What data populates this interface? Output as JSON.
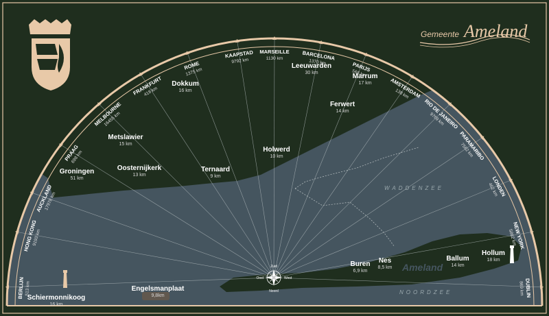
{
  "brand": {
    "prefix": "Gemeente",
    "name": "Ameland"
  },
  "colors": {
    "land": "#1f2e1e",
    "water": "#45555f",
    "frame": "#e8c9a8",
    "ray": "#b8c0c2",
    "text": "#ffffff"
  },
  "rim_destinations": [
    {
      "name": "BERLIJN",
      "distance": "513 km"
    },
    {
      "name": "HONG KONG",
      "distance": "9193 km"
    },
    {
      "name": "AUCKLAND",
      "distance": "17978 km"
    },
    {
      "name": "PRAAG",
      "distance": "698 km"
    },
    {
      "name": "MELBOURNE",
      "distance": "16455 km"
    },
    {
      "name": "FRANKFURT",
      "distance": "418 km"
    },
    {
      "name": "ROME",
      "distance": "1375 km"
    },
    {
      "name": "KAAPSTAD",
      "distance": "9792 km"
    },
    {
      "name": "MARSEILLE",
      "distance": "1130 km"
    },
    {
      "name": "BARCELONA",
      "distance": "1370 km"
    },
    {
      "name": "PARIJS",
      "distance": "566 km"
    },
    {
      "name": "AMSTERDAM",
      "distance": "138 km"
    },
    {
      "name": "RIO DE JANEIRO",
      "distance": "9769 km"
    },
    {
      "name": "PARAMARIBO",
      "distance": "7582 km"
    },
    {
      "name": "LONDEN",
      "distance": "462 km"
    },
    {
      "name": "NEW YORK",
      "distance": "5862 km"
    },
    {
      "name": "DUBLIN",
      "distance": "869 km"
    }
  ],
  "places": [
    {
      "name": "Groningen",
      "distance": "51 km"
    },
    {
      "name": "Metslawier",
      "distance": "15 km"
    },
    {
      "name": "Oosternijkerk",
      "distance": "13 km"
    },
    {
      "name": "Dokkum",
      "distance": "16 km"
    },
    {
      "name": "Ternaard",
      "distance": "9 km"
    },
    {
      "name": "Holwerd",
      "distance": "10 km"
    },
    {
      "name": "Leeuwarden",
      "distance": "30 km"
    },
    {
      "name": "Marrum",
      "distance": "17 km"
    },
    {
      "name": "Ferwert",
      "distance": "14 km"
    },
    {
      "name": "Buren",
      "distance": "6,9 km"
    },
    {
      "name": "Nes",
      "distance": "8,5 km"
    },
    {
      "name": "Ballum",
      "distance": "14 km"
    },
    {
      "name": "Hollum",
      "distance": "18 km"
    },
    {
      "name": "Schiermonnikoog",
      "distance": "16 km"
    },
    {
      "name": "Engelsmanplaat",
      "distance": "9,8km"
    }
  ],
  "island_label": "Ameland",
  "seas": {
    "north": "NOORDZEE",
    "wadden": "WADDENZEE"
  },
  "compass": {
    "north": "Noord",
    "south": "Zuid",
    "east": "Oost",
    "west": "West"
  },
  "crest_icon": "coat-of-arms-icon"
}
